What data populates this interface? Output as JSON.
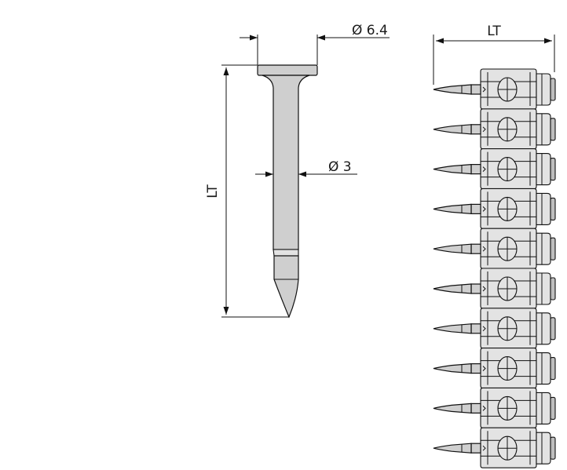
{
  "labels": {
    "head_diameter": "Ø 6.4",
    "shank_diameter": "Ø 3",
    "length_single": "LT",
    "length_strip": "LT"
  },
  "strip": {
    "nail_count": 10
  },
  "colors": {
    "fill": "#cfcfcf",
    "fill_light": "#e3e3e3",
    "stroke": "#111111"
  }
}
